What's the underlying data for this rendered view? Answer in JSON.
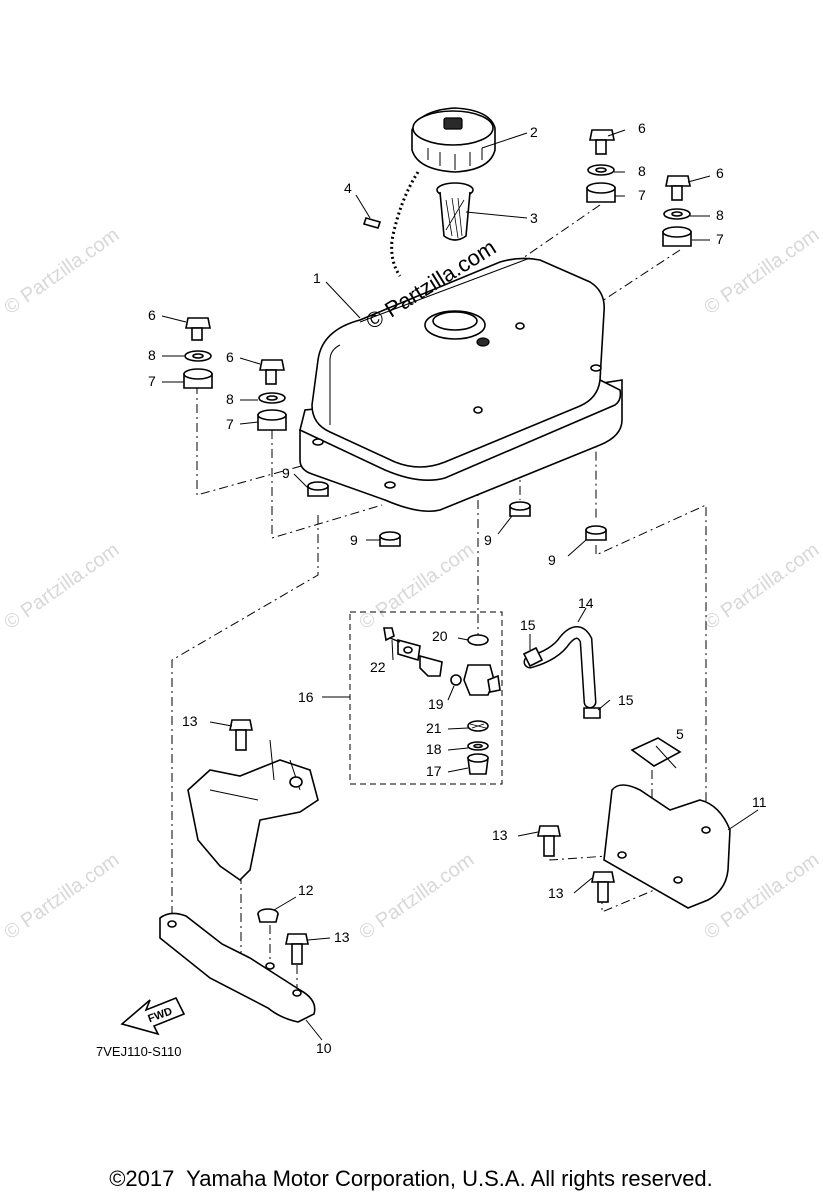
{
  "diagram": {
    "code": "7VEJ110-S110",
    "copyright": "©2017  Yamaha Motor Corporation, U.S.A. All rights reserved.",
    "watermark_main": "© Partzilla.com",
    "watermark_tile": "© Partzilla.com",
    "fwd_label": "FWD",
    "callouts": {
      "c1": "1",
      "c2": "2",
      "c3": "3",
      "c4": "4",
      "c5": "5",
      "c6a": "6",
      "c6b": "6",
      "c6c": "6",
      "c6d": "6",
      "c7a": "7",
      "c7b": "7",
      "c7c": "7",
      "c7d": "7",
      "c8a": "8",
      "c8b": "8",
      "c8c": "8",
      "c8d": "8",
      "c9a": "9",
      "c9b": "9",
      "c9c": "9",
      "c9d": "9",
      "c10": "10",
      "c11": "11",
      "c12": "12",
      "c13a": "13",
      "c13b": "13",
      "c13c": "13",
      "c13d": "13",
      "c14": "14",
      "c15a": "15",
      "c15b": "15",
      "c16": "16",
      "c17": "17",
      "c18": "18",
      "c19": "19",
      "c20": "20",
      "c21": "21",
      "c22": "22"
    }
  }
}
